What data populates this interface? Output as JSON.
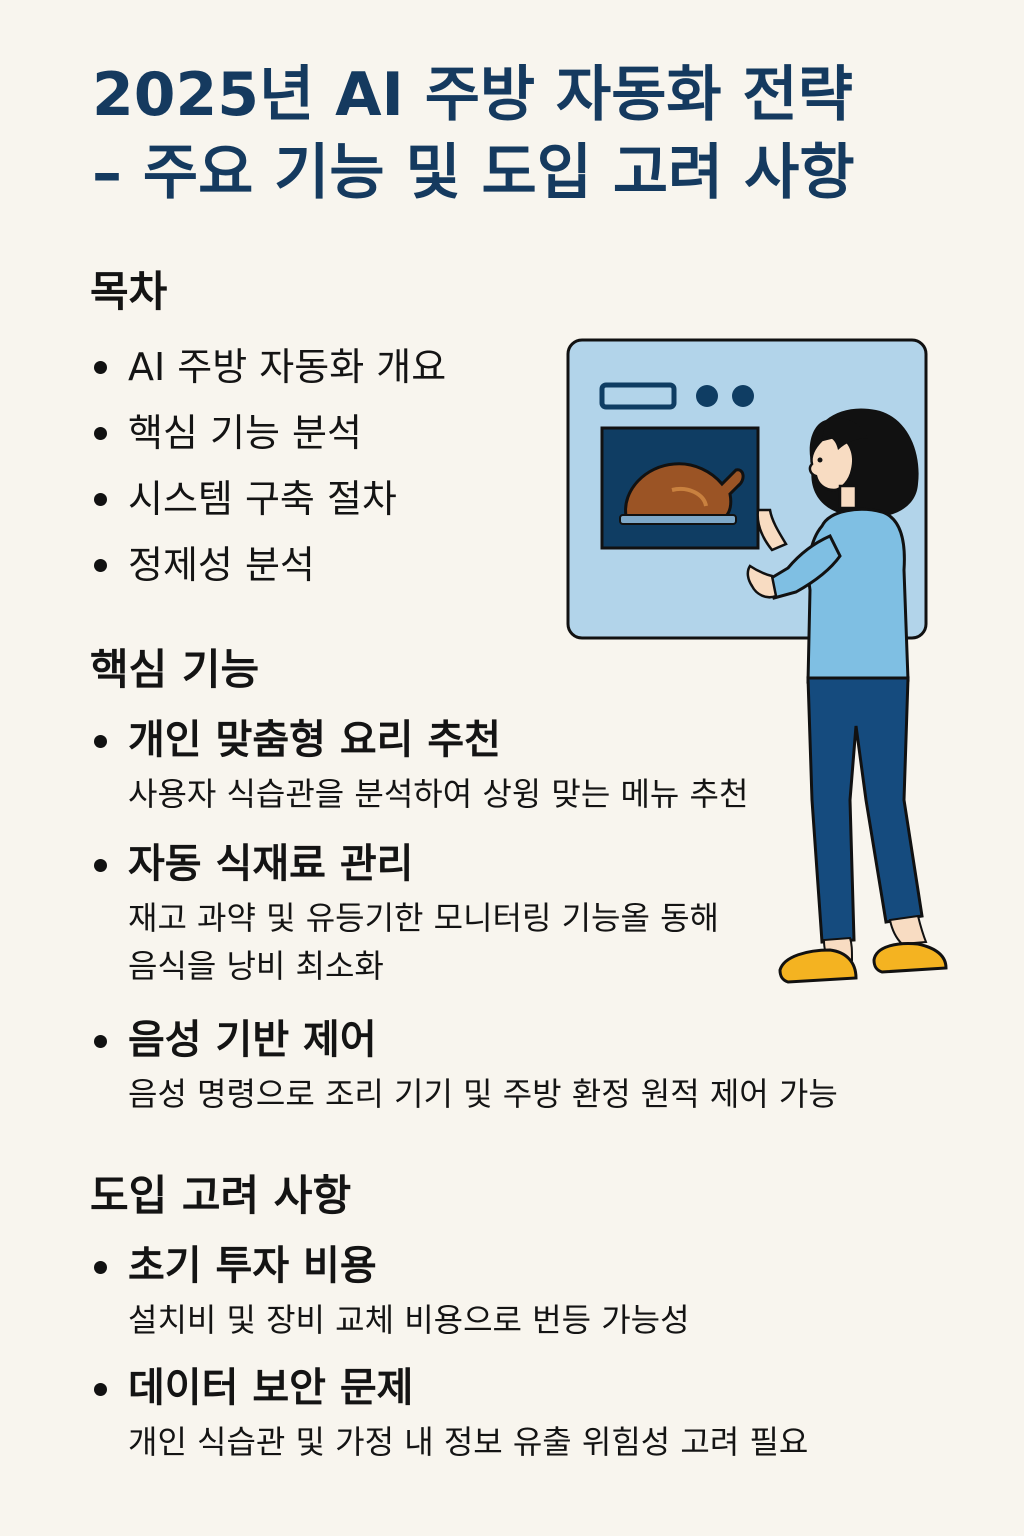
{
  "title": {
    "line1": "2025년 AI 주방 자동화 전략",
    "line2": "– 주요 기능 및 도입 고려 사항"
  },
  "toc": {
    "heading": "목차",
    "items": [
      "AI 주방 자동화 개요",
      "핵심 기능 분석",
      "시스템 구축 절차",
      "정제성 분석"
    ]
  },
  "core_features": {
    "heading": "핵심 기능",
    "items": [
      {
        "title": "개인 맞춤형 요리 추천",
        "desc_lines": [
          "사용자 식습관을 분석하여 상윙 맞는 메뉴 추천"
        ]
      },
      {
        "title": "자동 식재료 관리",
        "desc_lines": [
          "재고 과약 및 유등기한 모니터링 기능올 동해",
          "음식을 낭비 최소화"
        ]
      },
      {
        "title": "음성 기반 제어",
        "desc_lines": [
          "음성 명령으로 조리 기기 및 주방 환정 원적 제어 가능"
        ]
      }
    ]
  },
  "considerations": {
    "heading": "도입 고려 사항",
    "items": [
      {
        "title": "초기 투자 비용",
        "desc_lines": [
          "설치비 및 장비 교체 비용으로 번등 가능성"
        ]
      },
      {
        "title": "데이터 보안 문제",
        "desc_lines": [
          "개인 식습관 및 가정 내 정보 유출 위힘성 고려 필요"
        ]
      }
    ]
  },
  "colors": {
    "title": "#153a5f",
    "background": "#f8f5ee",
    "oven_panel": "#b2d4ea",
    "oven_window": "#0f3d63",
    "shirt": "#7fbfe3",
    "pants": "#154b7e",
    "slippers": "#f4b321",
    "roast": "#9b5425"
  },
  "illustration": {
    "icon": "woman-using-smart-oven-icon"
  }
}
